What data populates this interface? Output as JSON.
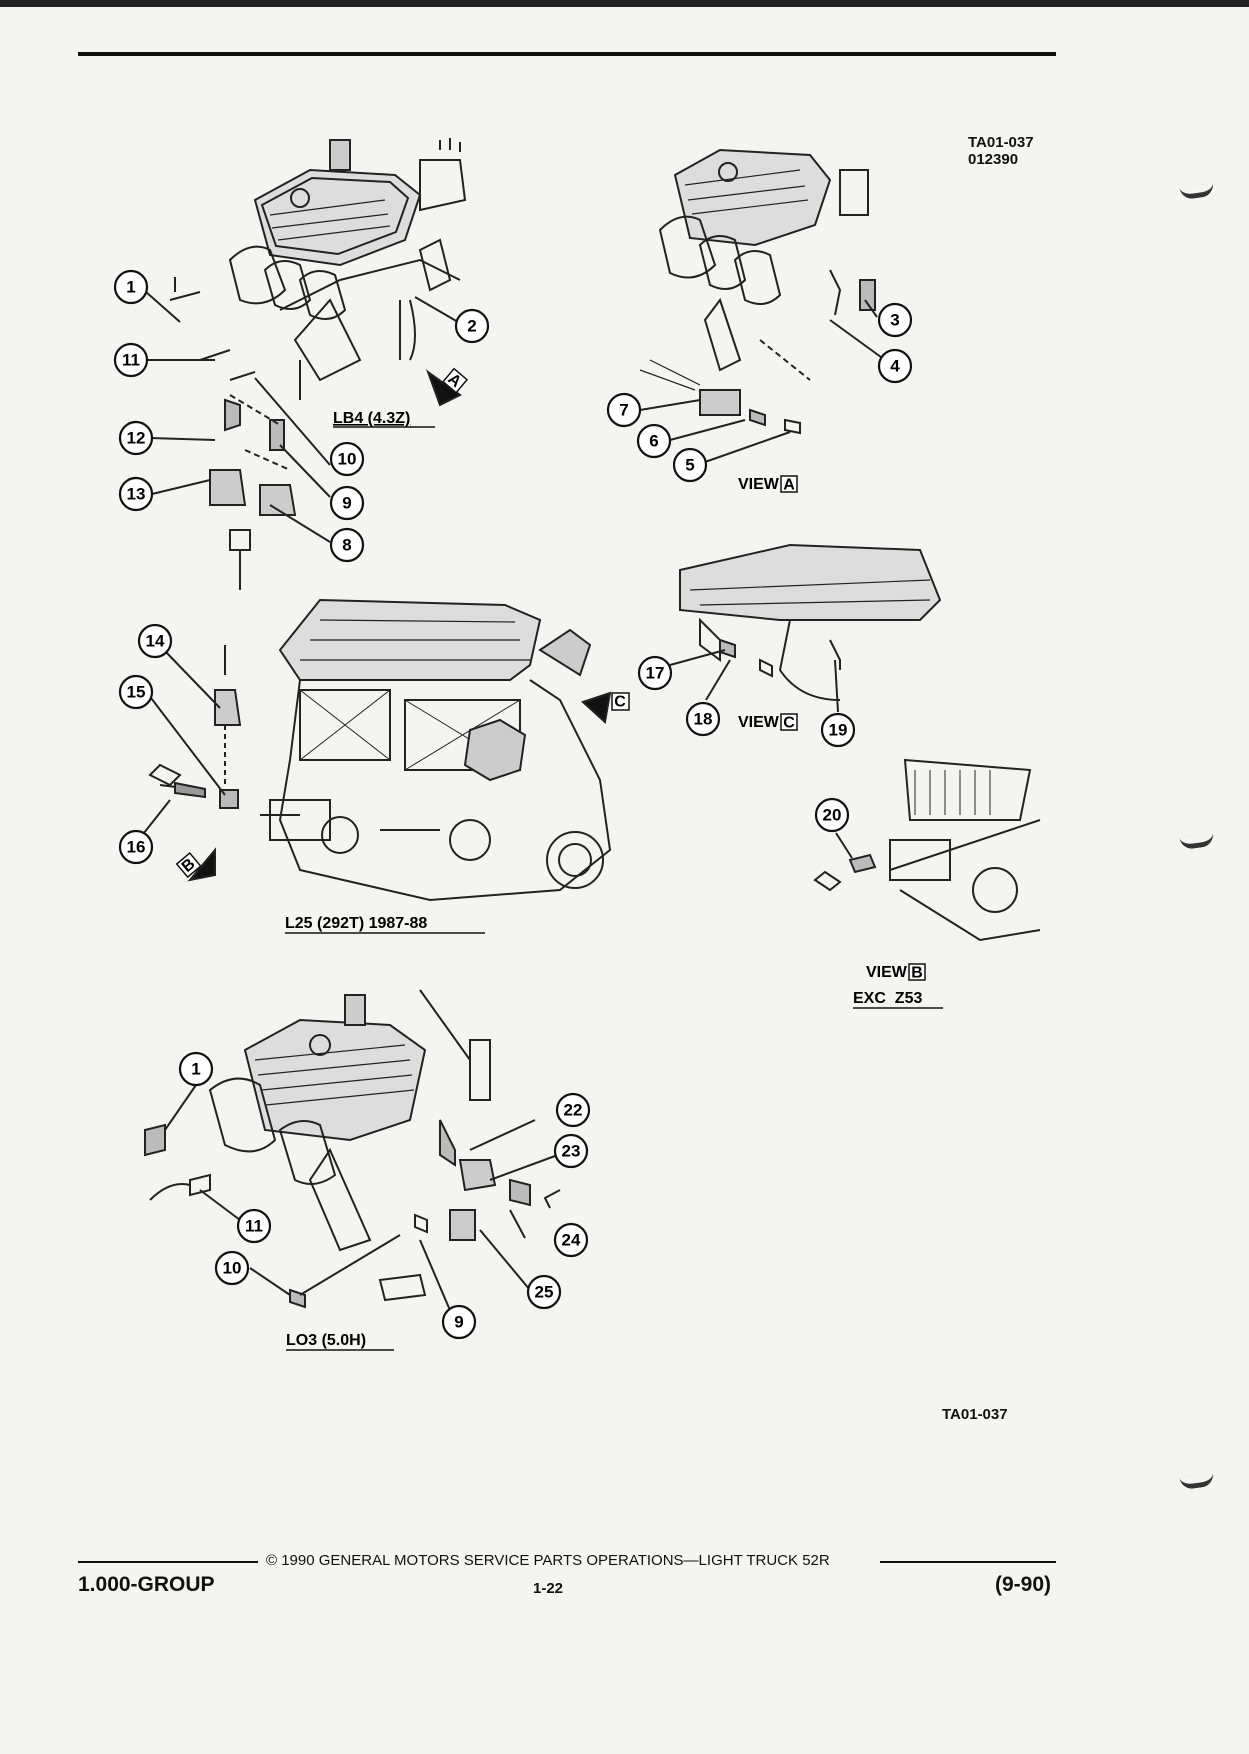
{
  "header": {
    "ref_code": "TA01-037",
    "ref_date": "012390"
  },
  "diagrams": {
    "lb4": {
      "label": "LB4 (4.3Z)",
      "callouts": [
        "1",
        "2",
        "11",
        "12",
        "13",
        "10",
        "9",
        "8"
      ],
      "arrow": "A"
    },
    "view_a": {
      "label": "VIEW",
      "box": "A",
      "callouts": [
        "3",
        "4",
        "7",
        "6",
        "5"
      ]
    },
    "l25": {
      "label": "L25 (292T) 1987-88",
      "callouts": [
        "14",
        "15",
        "16"
      ],
      "arrow_b": "B",
      "arrow_c": "C"
    },
    "view_c": {
      "label": "VIEW",
      "box": "C",
      "callouts": [
        "17",
        "18",
        "19"
      ]
    },
    "view_b": {
      "label": "VIEW",
      "box": "B",
      "sublabel": "EXC  Z53",
      "callouts": [
        "20"
      ]
    },
    "lo3": {
      "label": "LO3 (5.0H)",
      "callouts": [
        "1",
        "22",
        "23",
        "11",
        "24",
        "10",
        "25",
        "9"
      ]
    }
  },
  "bottom_ref": "TA01-037",
  "footer": {
    "copyright": "©  1990  GENERAL MOTORS SERVICE PARTS OPERATIONS—LIGHT TRUCK 52R",
    "group": "1.000-GROUP",
    "page": "1-22",
    "date": "(9-90)"
  }
}
